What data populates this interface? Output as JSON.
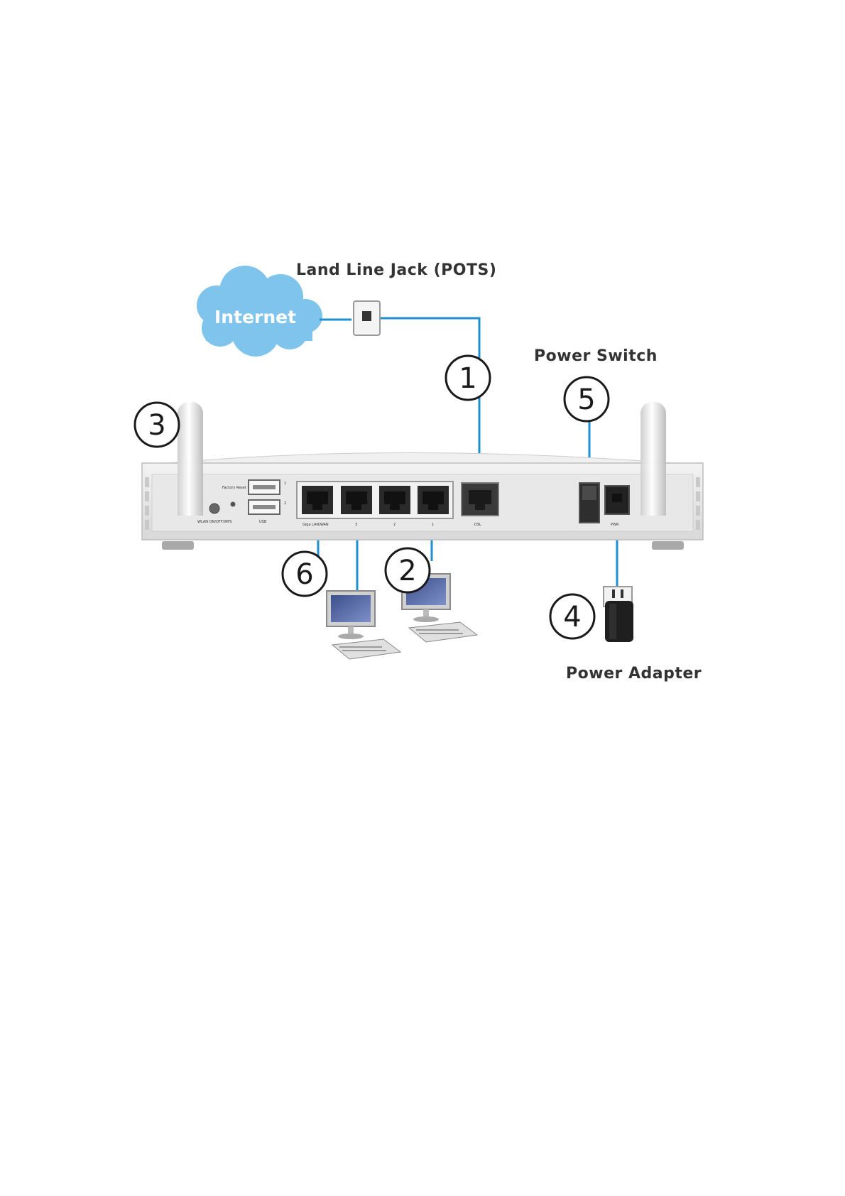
{
  "labels": {
    "land_line_jack": "Land Line Jack (POTS)",
    "power_switch": "Power Switch",
    "power_adapter": "Power Adapter",
    "internet": "Internet"
  },
  "callouts": {
    "c1": "1",
    "c2": "2",
    "c3": "3",
    "c4": "4",
    "c5": "5",
    "c6": "6"
  },
  "panel": {
    "factory_reset": "Factory Reset",
    "wlan": "WLAN ON/OFF/WPS",
    "usb": "USB",
    "lan1": "Giga LAN/WAN",
    "lan2": "3",
    "lan3": "2",
    "lan4": "1",
    "dsl": "DSL",
    "pwr": "PWR",
    "usb_1": "1",
    "usb_2": "2"
  },
  "colors": {
    "cable": "#1e8fd0",
    "cloud": "#7fc4ec",
    "router_body": "#e4e4e4"
  }
}
